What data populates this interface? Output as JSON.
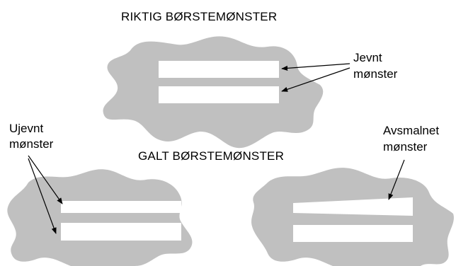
{
  "colors": {
    "blob": "#c0c0c0",
    "stripe": "#ffffff",
    "line": "#000000",
    "background": "#ffffff"
  },
  "correct_pattern": {
    "title": "RIKTIG BØRSTEMØNSTER",
    "callout_line1": "Jevnt",
    "callout_line2": "mønster"
  },
  "wrong_pattern": {
    "title": "GALT BØRSTEMØNSTER",
    "uneven_line1": "Ujevnt",
    "uneven_line2": "mønster",
    "tapered_line1": "Avsmalnet",
    "tapered_line2": "mønster"
  }
}
